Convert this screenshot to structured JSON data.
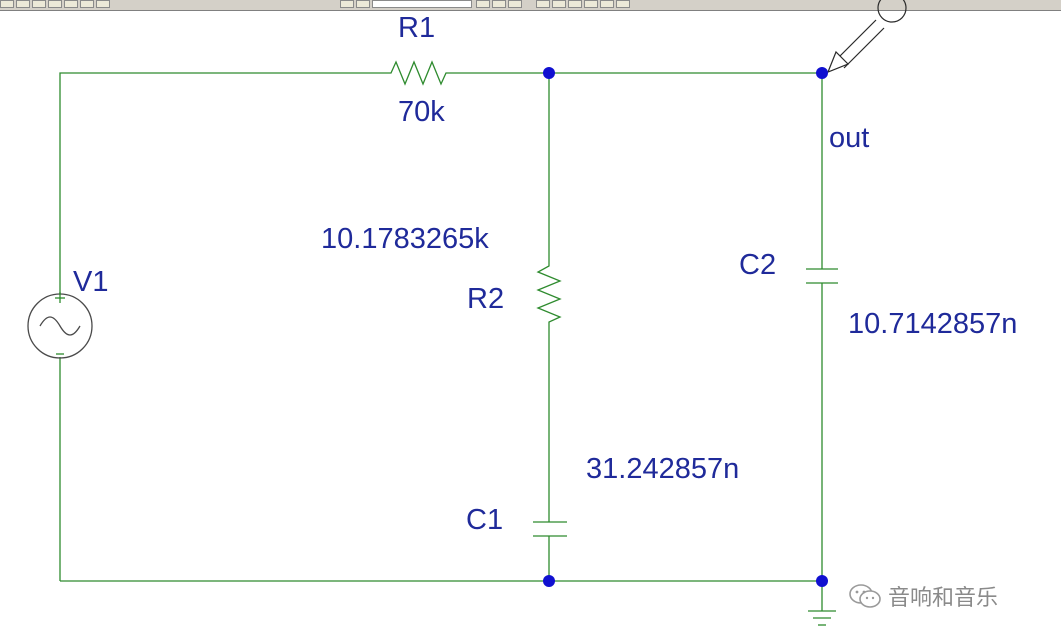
{
  "components": {
    "v1": {
      "name": "V1"
    },
    "r1": {
      "name": "R1",
      "value": "70k"
    },
    "r2": {
      "name": "R2",
      "value": "10.1783265k"
    },
    "c1": {
      "name": "C1",
      "value": "31.242857n"
    },
    "c2": {
      "name": "C2",
      "value": "10.7142857n"
    }
  },
  "nets": {
    "output": "out"
  },
  "watermark": {
    "text": "音响和音乐"
  },
  "colors": {
    "wire": "#2e8b2e",
    "label": "#1f2a9a",
    "node": "#1010d0",
    "background": "#ffffff"
  }
}
